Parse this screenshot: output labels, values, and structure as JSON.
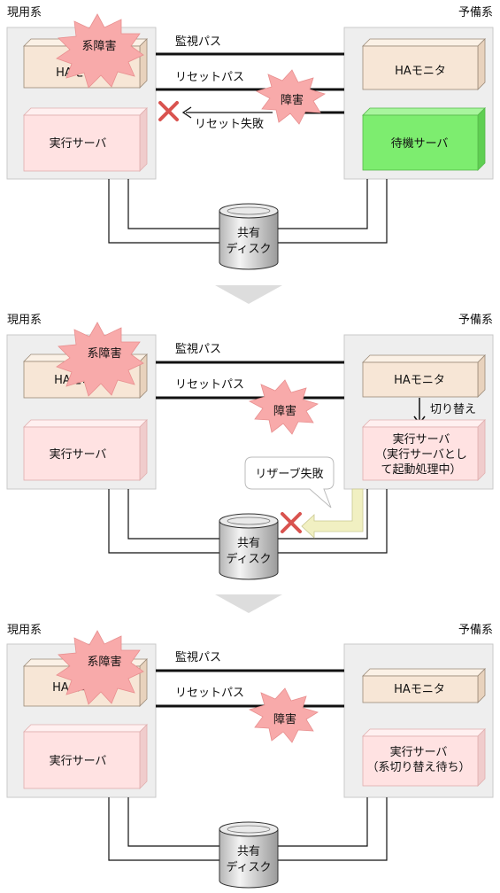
{
  "panels": [
    {
      "active_label": "現用系",
      "standby_label": "予備系",
      "active": {
        "ha_monitor": "HAモニタ",
        "server": "実行サーバ",
        "burst": "系障害"
      },
      "standby": {
        "ha_monitor": "HAモニタ",
        "server": "待機サーバ"
      },
      "monitor_path": "監視パス",
      "reset_path": "リセットパス",
      "fault": "障害",
      "reset_fail": "リセット失敗",
      "disk": [
        "共有",
        "ディスク"
      ]
    },
    {
      "active_label": "現用系",
      "standby_label": "予備系",
      "active": {
        "ha_monitor": "HAモニタ",
        "server": "実行サーバ",
        "burst": "系障害"
      },
      "standby": {
        "ha_monitor": "HAモニタ",
        "server_lines": [
          "実行サーバ",
          "（実行サーバとし",
          "て起動処理中）"
        ],
        "switch": "切り替え"
      },
      "monitor_path": "監視パス",
      "reset_path": "リセットパス",
      "fault": "障害",
      "reserve_fail": "リザーブ失敗",
      "disk": [
        "共有",
        "ディスク"
      ]
    },
    {
      "active_label": "現用系",
      "standby_label": "予備系",
      "active": {
        "ha_monitor": "HAモニタ",
        "server": "実行サーバ",
        "burst": "系障害"
      },
      "standby": {
        "ha_monitor": "HAモニタ",
        "server_lines": [
          "実行サーバ",
          "（系切り替え待ち）"
        ]
      },
      "monitor_path": "監視パス",
      "reset_path": "リセットパス",
      "fault": "障害",
      "disk": [
        "共有",
        "ディスク"
      ]
    }
  ],
  "colors": {
    "ha_face": "#f7e6d6",
    "ha_top": "#fbf1e6",
    "ha_side": "#e8d2bd",
    "server_face": "#ffe2e2",
    "server_top": "#fff0f0",
    "server_side": "#f0cccc",
    "standby_face": "#7ded6f",
    "standby_top": "#a8f59d",
    "standby_side": "#5fcf52",
    "burst": "#f8aaaa",
    "cross": "#d9534f",
    "arrow_yellow": "#f1f0c2"
  }
}
